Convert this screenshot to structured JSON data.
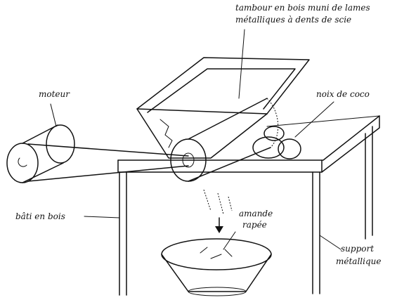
{
  "labels": {
    "drum_line1": "tambour en bois muni de lames",
    "drum_line2": "métalliques à dents de scie",
    "motor": "moteur",
    "coconut": "noix de coco",
    "frame": "bâti en bois",
    "grated_line1": "amande",
    "grated_line2": "rapée",
    "support_line1": "support",
    "support_line2": "métallique"
  }
}
